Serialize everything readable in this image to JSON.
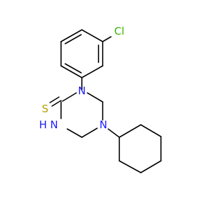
{
  "molecule": {
    "atoms": [
      {
        "id": "Cl",
        "label": "Cl",
        "color": "#3cb300"
      },
      {
        "id": "S",
        "label": "S",
        "color": "#b5a000"
      },
      {
        "id": "N1",
        "label": "N",
        "color": "#1a1aff"
      },
      {
        "id": "N2",
        "label": "N",
        "color": "#1a1aff"
      },
      {
        "id": "NH",
        "label": "H",
        "color": "#1a1aff"
      },
      {
        "id": "N3",
        "label": "N",
        "color": "#1a1aff"
      }
    ]
  }
}
